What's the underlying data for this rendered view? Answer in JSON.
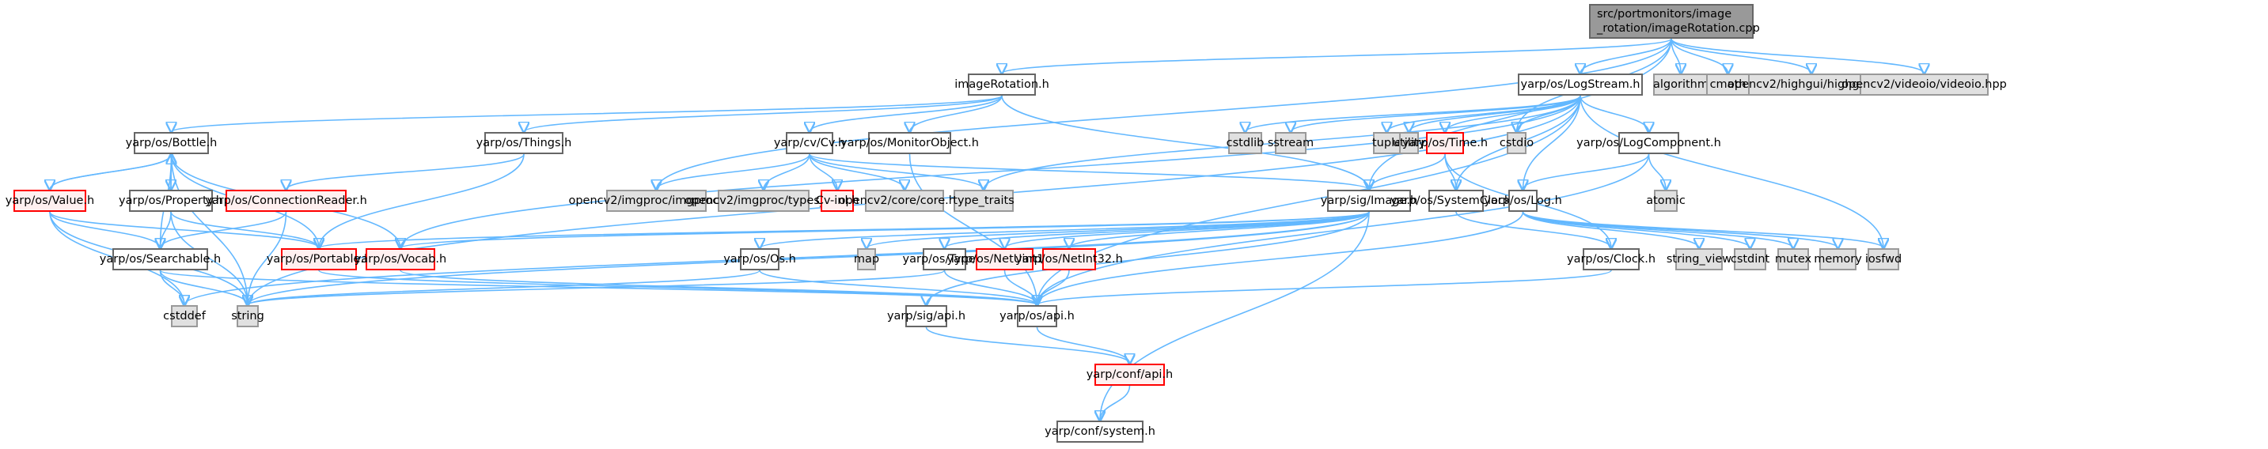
{
  "diagram": {
    "type": "include-dependency-graph",
    "root": {
      "line1": "src/portmonitors/image",
      "line2": "_rotation/imageRotation.cpp"
    },
    "colors": {
      "edge": "#63b8ff",
      "root_fill": "#999999",
      "ext_fill": "#e0e0e0",
      "red_border": "#ff0000",
      "red_fill": "#fff0f0"
    },
    "nodes": {
      "imageRotation_h": "imageRotation.h",
      "LogStream_h": "yarp/os/LogStream.h",
      "algorithm": "algorithm",
      "cmath": "cmath",
      "highgui": "opencv2/highgui/highgui.hpp",
      "videoio": "opencv2/videoio/videoio.hpp",
      "Bottle_h": "yarp/os/Bottle.h",
      "Things_h": "yarp/os/Things.h",
      "Cv_h": "yarp/cv/Cv.h",
      "MonitorObject_h": "yarp/os/MonitorObject.h",
      "cstdlib": "cstdlib",
      "sstream": "sstream",
      "tuple": "tuple",
      "utility": "utility",
      "Time_h": "yarp/os/Time.h",
      "cstdio": "cstdio",
      "LogComponent_h": "yarp/os/LogComponent.h",
      "Value_h": "yarp/os/Value.h",
      "Property_h": "yarp/os/Property.h",
      "ConnectionReader_h": "yarp/os/ConnectionReader.h",
      "imgproc": "opencv2/imgproc/imgproc.hpp",
      "types_c": "opencv2/imgproc/types_c.h",
      "Cv_inl": "Cv-inl.h",
      "core": "opencv2/core/core.hpp",
      "type_traits": "type_traits",
      "Image_h": "yarp/sig/Image.h",
      "SystemClock_h": "yarp/os/SystemClock.h",
      "Log_h": "yarp/os/Log.h",
      "atomic": "atomic",
      "Searchable_h": "yarp/os/Searchable.h",
      "Portable_h": "yarp/os/Portable.h",
      "Vocab_h": "yarp/os/Vocab.h",
      "Os_h": "yarp/os/Os.h",
      "map": "map",
      "Type_h": "yarp/os/Type.h",
      "NetUint16_h": "yarp/os/NetUint16.h",
      "NetInt32_h": "yarp/os/NetInt32.h",
      "Clock_h": "yarp/os/Clock.h",
      "string_view": "string_view",
      "cstdint": "cstdint",
      "mutex": "mutex",
      "memory": "memory",
      "iosfwd": "iosfwd",
      "cstddef": "cstddef",
      "string": "string",
      "sig_api_h": "yarp/sig/api.h",
      "os_api_h": "yarp/os/api.h",
      "conf_api_h": "yarp/conf/api.h",
      "conf_system_h": "yarp/conf/system.h"
    },
    "edges": [
      [
        "root",
        "imageRotation_h"
      ],
      [
        "root",
        "LogStream_h"
      ],
      [
        "root",
        "algorithm"
      ],
      [
        "root",
        "cmath"
      ],
      [
        "root",
        "highgui"
      ],
      [
        "root",
        "videoio"
      ],
      [
        "root",
        "imgproc"
      ],
      [
        "root",
        "Image_h"
      ],
      [
        "root",
        "cstdio"
      ],
      [
        "imageRotation_h",
        "Bottle_h"
      ],
      [
        "imageRotation_h",
        "Things_h"
      ],
      [
        "imageRotation_h",
        "Cv_h"
      ],
      [
        "imageRotation_h",
        "MonitorObject_h"
      ],
      [
        "imageRotation_h",
        "Image_h"
      ],
      [
        "LogStream_h",
        "cstdlib"
      ],
      [
        "LogStream_h",
        "sstream"
      ],
      [
        "LogStream_h",
        "tuple"
      ],
      [
        "LogStream_h",
        "utility"
      ],
      [
        "LogStream_h",
        "Time_h"
      ],
      [
        "LogStream_h",
        "cstdio"
      ],
      [
        "LogStream_h",
        "LogComponent_h"
      ],
      [
        "LogStream_h",
        "Log_h"
      ],
      [
        "LogStream_h",
        "SystemClock_h"
      ],
      [
        "LogStream_h",
        "iosfwd"
      ],
      [
        "LogStream_h",
        "string"
      ],
      [
        "LogStream_h",
        "type_traits"
      ],
      [
        "LogStream_h",
        "os_api_h"
      ],
      [
        "LogStream_h",
        "Vocab_h"
      ],
      [
        "Bottle_h",
        "Value_h"
      ],
      [
        "Bottle_h",
        "Property_h"
      ],
      [
        "Bottle_h",
        "Searchable_h"
      ],
      [
        "Bottle_h",
        "Portable_h"
      ],
      [
        "Bottle_h",
        "Vocab_h"
      ],
      [
        "Bottle_h",
        "string"
      ],
      [
        "Value_h",
        "Bottle_h"
      ],
      [
        "Value_h",
        "Searchable_h"
      ],
      [
        "Value_h",
        "Portable_h"
      ],
      [
        "Value_h",
        "cstddef"
      ],
      [
        "Value_h",
        "string"
      ],
      [
        "Property_h",
        "Bottle_h"
      ],
      [
        "Property_h",
        "Searchable_h"
      ],
      [
        "Property_h",
        "Portable_h"
      ],
      [
        "Property_h",
        "string"
      ],
      [
        "Things_h",
        "ConnectionReader_h"
      ],
      [
        "Things_h",
        "Portable_h"
      ],
      [
        "ConnectionReader_h",
        "Searchable_h"
      ],
      [
        "ConnectionReader_h",
        "string"
      ],
      [
        "Searchable_h",
        "cstddef"
      ],
      [
        "Searchable_h",
        "string"
      ],
      [
        "Searchable_h",
        "os_api_h"
      ],
      [
        "Cv_h",
        "imgproc"
      ],
      [
        "Cv_h",
        "types_c"
      ],
      [
        "Cv_h",
        "Cv_inl"
      ],
      [
        "Cv_h",
        "core"
      ],
      [
        "Cv_h",
        "type_traits"
      ],
      [
        "Cv_h",
        "Image_h"
      ],
      [
        "MonitorObject_h",
        "os_api_h"
      ],
      [
        "Time_h",
        "SystemClock_h"
      ],
      [
        "Time_h",
        "Clock_h"
      ],
      [
        "Time_h",
        "Image_h"
      ],
      [
        "SystemClock_h",
        "Clock_h"
      ],
      [
        "Clock_h",
        "os_api_h"
      ],
      [
        "LogComponent_h",
        "Log_h"
      ],
      [
        "LogComponent_h",
        "atomic"
      ],
      [
        "LogComponent_h",
        "os_api_h"
      ],
      [
        "Log_h",
        "string_view"
      ],
      [
        "Log_h",
        "cstdint"
      ],
      [
        "Log_h",
        "mutex"
      ],
      [
        "Log_h",
        "memory"
      ],
      [
        "Log_h",
        "iosfwd"
      ],
      [
        "Log_h",
        "os_api_h"
      ],
      [
        "Image_h",
        "Os_h"
      ],
      [
        "Image_h",
        "map"
      ],
      [
        "Image_h",
        "Type_h"
      ],
      [
        "Image_h",
        "NetUint16_h"
      ],
      [
        "Image_h",
        "NetInt32_h"
      ],
      [
        "Image_h",
        "sig_api_h"
      ],
      [
        "Image_h",
        "Portable_h"
      ],
      [
        "Image_h",
        "Vocab_h"
      ],
      [
        "Image_h",
        "string"
      ],
      [
        "Image_h",
        "cstddef"
      ],
      [
        "Image_h",
        "conf_system_h"
      ],
      [
        "Os_h",
        "string"
      ],
      [
        "Os_h",
        "os_api_h"
      ],
      [
        "Type_h",
        "string"
      ],
      [
        "Type_h",
        "os_api_h"
      ],
      [
        "NetUint16_h",
        "os_api_h"
      ],
      [
        "NetInt32_h",
        "os_api_h"
      ],
      [
        "Portable_h",
        "os_api_h"
      ],
      [
        "Vocab_h",
        "os_api_h"
      ],
      [
        "sig_api_h",
        "conf_api_h"
      ],
      [
        "os_api_h",
        "conf_api_h"
      ],
      [
        "conf_api_h",
        "conf_system_h"
      ]
    ]
  }
}
